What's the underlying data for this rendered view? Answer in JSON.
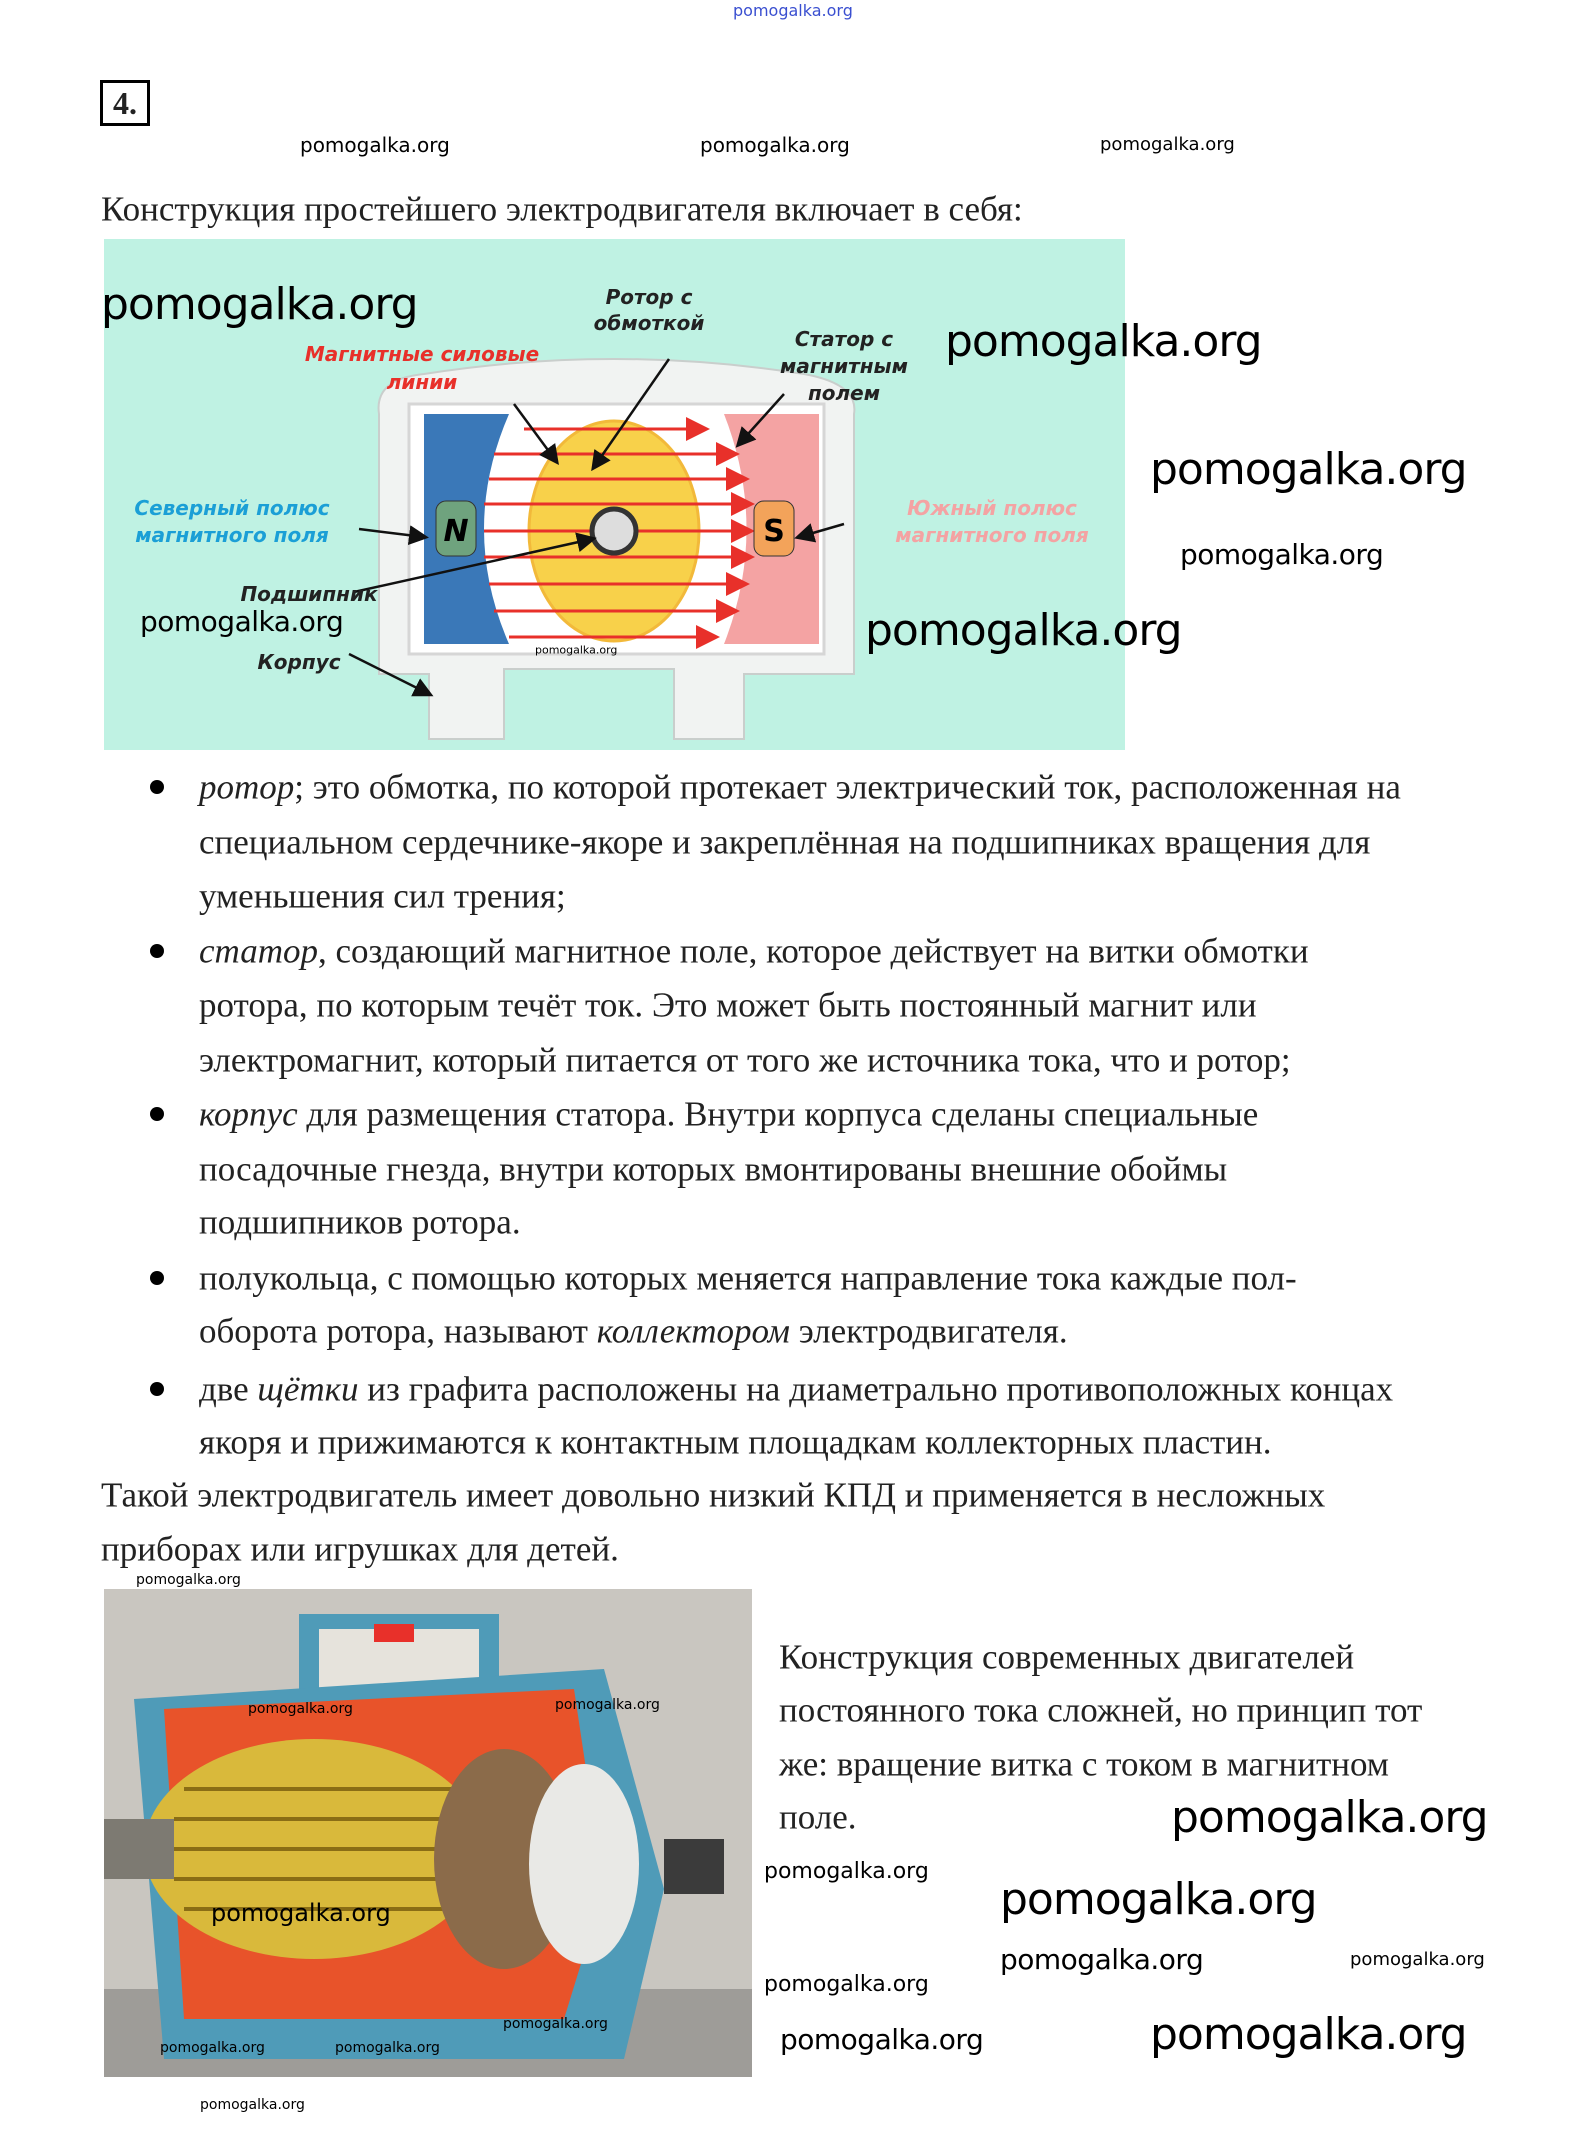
{
  "task_number": "4.",
  "intro": "Конструкция простейшего электродвигателя включает в себя:",
  "diagram": {
    "labels": {
      "rotor": [
        "Ротор с",
        "обмоткой"
      ],
      "field_lines": [
        "Магнитные силовые",
        "линии"
      ],
      "stator": [
        "Статор с",
        "магнитным",
        "полем"
      ],
      "north": [
        "Северный полюс",
        "магнитного поля"
      ],
      "south": [
        "Южный полюс",
        "магнитного поля"
      ],
      "bearing": "Подшипник",
      "housing": "Корпус",
      "n": "N",
      "s": "S"
    },
    "colors": {
      "background": "#bff2e3",
      "north": "#3a78b8",
      "south": "#f4a3a3",
      "rotor": "#f8d14a",
      "lines": "#e8302a"
    }
  },
  "bullets": [
    {
      "lines": [
        [
          "ротор",
          "; это обмотка, по которой протекает электрический ток, расположенная на"
        ],
        "специальном сердечнике-якоре и закреплённая на подшипниках вращения для",
        "уменьшения сил трения;"
      ]
    },
    {
      "lines": [
        [
          "статор",
          ", создающий магнитное поле, которое действует на витки обмотки"
        ],
        "ротора, по которым течёт ток. Это может быть постоянный магнит или",
        "электромагнит, который питается от того же источника тока, что и ротор;"
      ]
    },
    {
      "lines": [
        [
          "корпус",
          " для размещения статора. Внутри корпуса сделаны специальные"
        ],
        "посадочные гнезда, внутри которых вмонтированы внешние обоймы",
        "подшипников ротора."
      ]
    },
    {
      "lines": [
        "полукольца, с помощью которых меняется направление тока каждые пол-",
        [
          "оборота ротора, называют ",
          "коллектором",
          " электродвигателя."
        ]
      ]
    },
    {
      "lines": [
        [
          "две ",
          "щётки",
          " из графита расположены на диаметрально противоположных концах"
        ],
        "якоря и прижимаются к контактным площадкам коллекторных пластин."
      ]
    }
  ],
  "conclusion": [
    "Такой электродвигатель имеет довольно низкий КПД и применяется в несложных",
    "приборах или игрушках для детей."
  ],
  "side_text": [
    "Конструкция современных двигателей",
    "постоянного тока сложней, но принцип тот",
    "же: вращение витка с током в магнитном",
    "поле."
  ],
  "watermark": "pomogalka.org"
}
